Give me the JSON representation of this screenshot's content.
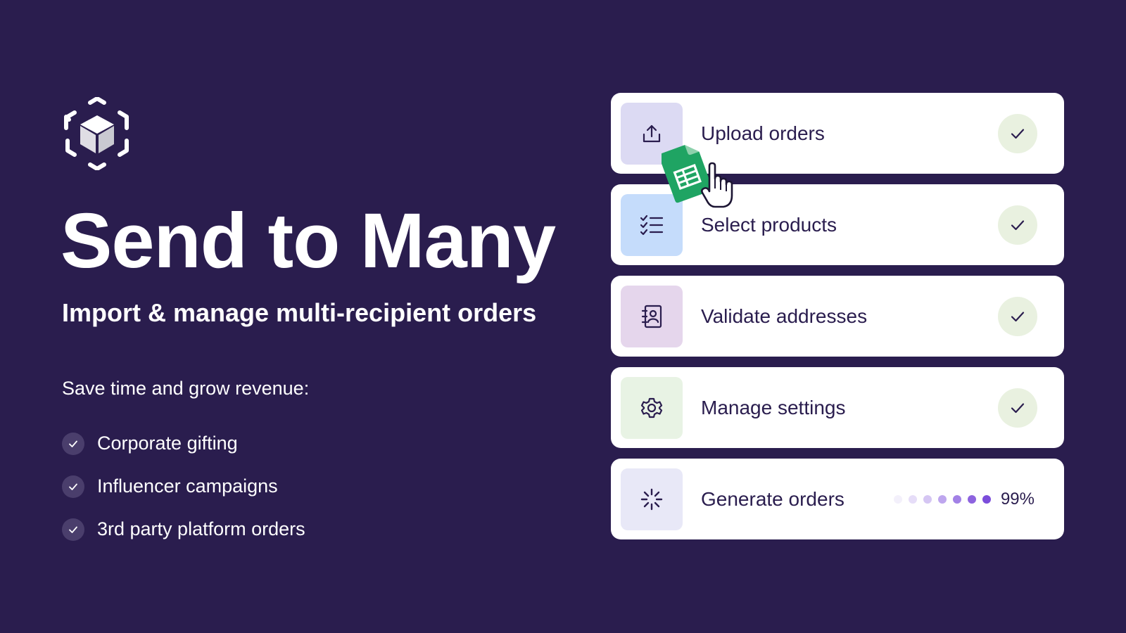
{
  "hero": {
    "title": "Send to Many",
    "subtitle": "Import & manage multi-recipient orders",
    "benefits_intro": "Save time and grow revenue:",
    "benefits": [
      {
        "label": "Corporate gifting",
        "icon": "check-icon"
      },
      {
        "label": "Influencer campaigns",
        "icon": "check-icon"
      },
      {
        "label": "3rd party platform orders",
        "icon": "check-icon"
      }
    ]
  },
  "steps": [
    {
      "label": "Upload orders",
      "icon": "upload-icon",
      "icon_bg": "#dcdaf3",
      "status": "done"
    },
    {
      "label": "Select products",
      "icon": "checklist-icon",
      "icon_bg": "#c5dcfb",
      "status": "done"
    },
    {
      "label": "Validate addresses",
      "icon": "address-book-icon",
      "icon_bg": "#e5d6ec",
      "status": "done"
    },
    {
      "label": "Manage settings",
      "icon": "gear-icon",
      "icon_bg": "#e8f3e4",
      "status": "done"
    },
    {
      "label": "Generate orders",
      "icon": "loading-spinner-icon",
      "icon_bg": "#e8e8f7",
      "status": "in-progress",
      "progress_text": "99%",
      "progress": 99
    }
  ],
  "colors": {
    "background": "#2a1d4e",
    "card": "#ffffff",
    "accent": "#7b4ddb",
    "check_circle": "#e9f1e0"
  },
  "overlay": {
    "icons": [
      "spreadsheet-file-icon",
      "hand-cursor-icon"
    ]
  }
}
